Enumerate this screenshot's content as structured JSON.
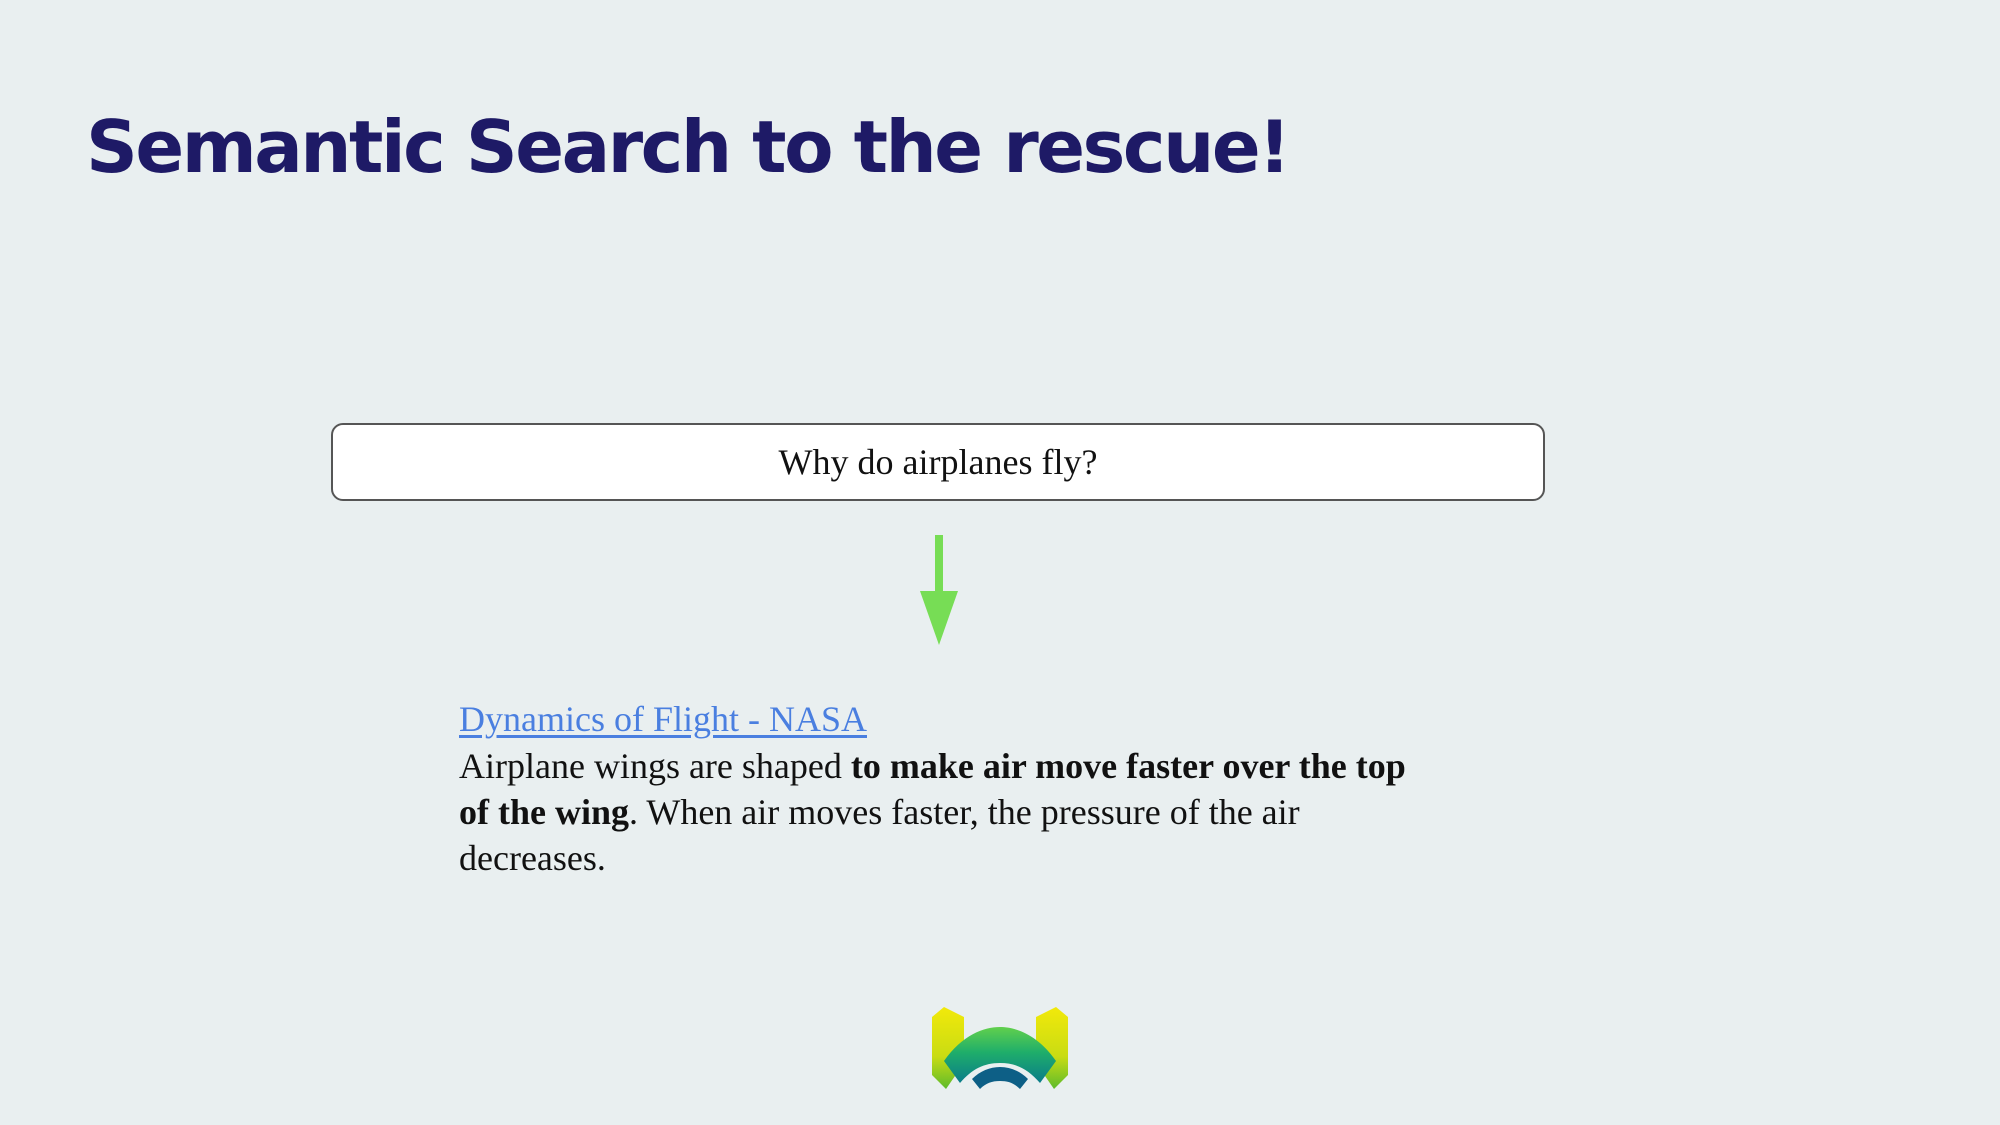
{
  "slide": {
    "title": "Semantic Search to the rescue!"
  },
  "search": {
    "query": "Why do airplanes fly?"
  },
  "arrow": {
    "color": "#77dd55"
  },
  "result": {
    "link_text": "Dynamics of Flight - NASA",
    "snippet_part1": "Airplane wings are shaped ",
    "snippet_bold": "to make air move faster over the top of the wing",
    "snippet_part2": ". When air moves faster, the pressure of the air decreases."
  },
  "logo": {
    "icon": "weaviate-logo-icon"
  }
}
